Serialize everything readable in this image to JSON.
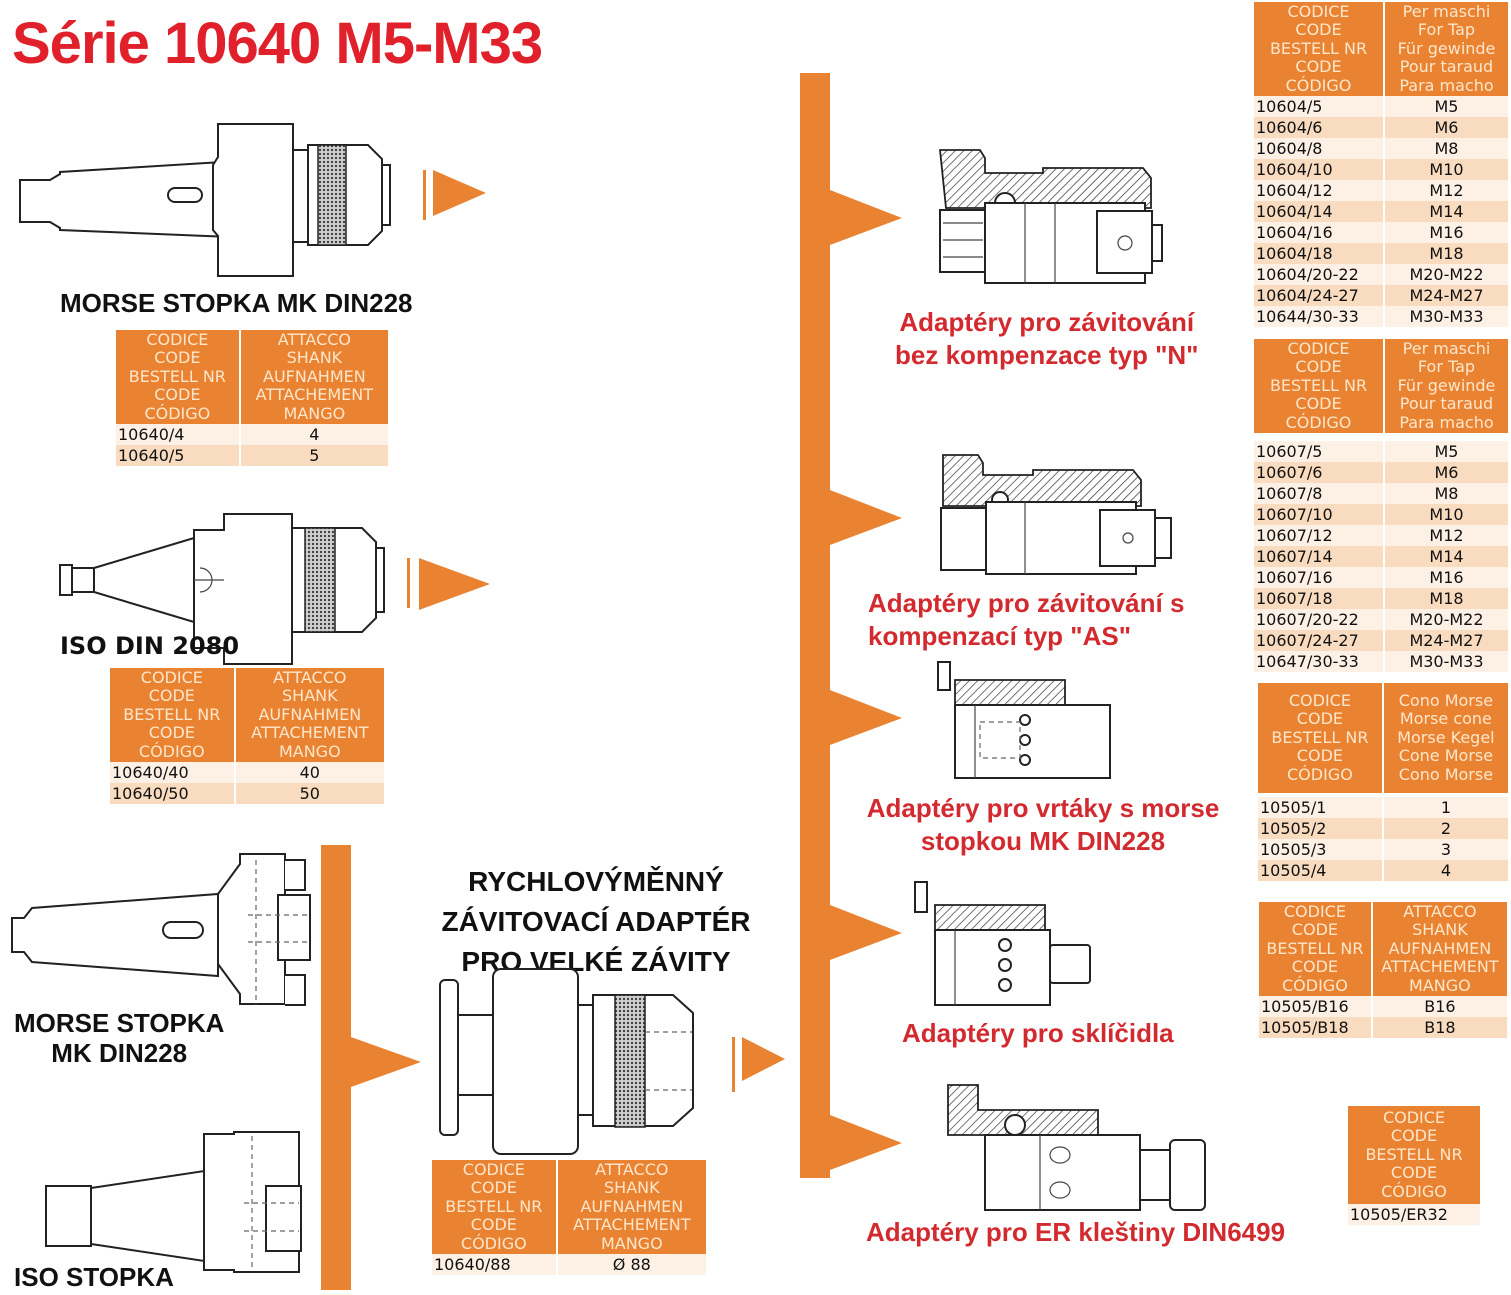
{
  "title": "Série 10640 M5-M33",
  "headers": {
    "code": [
      "CODICE",
      "CODE",
      "BESTELL NR",
      "CODE",
      "CÓDIGO"
    ],
    "shank": [
      "ATTACCO",
      "SHANK",
      "AUFNAHMEN",
      "ATTACHEMENT",
      "MANGO"
    ],
    "tap": [
      "Per maschi",
      "For Tap",
      "Für gewinde",
      "Pour taraud",
      "Para macho"
    ],
    "morse_cone": [
      "Cono Morse",
      "Morse cone",
      "Morse Kegel",
      "Cone Morse",
      "Cono Morse"
    ]
  },
  "left_sections": [
    {
      "label": "MORSE STOPKA MK DIN228",
      "rows": [
        [
          "10640/4",
          "4"
        ],
        [
          "10640/5",
          "5"
        ]
      ]
    },
    {
      "label": "ISO DIN 2080",
      "rows": [
        [
          "10640/40",
          "40"
        ],
        [
          "10640/50",
          "50"
        ]
      ]
    }
  ],
  "bottom_left": {
    "morse_label_line1": "MORSE STOPKA",
    "morse_label_line2": "MK DIN228",
    "iso_label": "ISO STOPKA"
  },
  "quick_change": {
    "title_line1": "RYCHLOVÝMĚNNÝ",
    "title_line2": "ZÁVITOVACÍ  ADAPTÉR",
    "title_line3": "PRO VELKÉ ZÁVITY",
    "rows": [
      [
        "10640/88",
        "Ø 88"
      ]
    ]
  },
  "adapters": [
    {
      "label_line1": "Adaptéry pro závitování",
      "label_line2": "bez kompenzace typ \"N\"",
      "rows": [
        [
          "10604/5",
          "M5"
        ],
        [
          "10604/6",
          "M6"
        ],
        [
          "10604/8",
          "M8"
        ],
        [
          "10604/10",
          "M10"
        ],
        [
          "10604/12",
          "M12"
        ],
        [
          "10604/14",
          "M14"
        ],
        [
          "10604/16",
          "M16"
        ],
        [
          "10604/18",
          "M18"
        ],
        [
          "10604/20-22",
          "M20-M22"
        ],
        [
          "10604/24-27",
          "M24-M27"
        ],
        [
          "10644/30-33",
          "M30-M33"
        ]
      ]
    },
    {
      "label_line1": "Adaptéry pro závitování s",
      "label_line2": "kompenzací typ \"AS\"",
      "rows": [
        [
          "10607/5",
          "M5"
        ],
        [
          "10607/6",
          "M6"
        ],
        [
          "10607/8",
          "M8"
        ],
        [
          "10607/10",
          "M10"
        ],
        [
          "10607/12",
          "M12"
        ],
        [
          "10607/14",
          "M14"
        ],
        [
          "10607/16",
          "M16"
        ],
        [
          "10607/18",
          "M18"
        ],
        [
          "10607/20-22",
          "M20-M22"
        ],
        [
          "10607/24-27",
          "M24-M27"
        ],
        [
          "10647/30-33",
          "M30-M33"
        ]
      ]
    },
    {
      "label_line1": "Adaptéry pro vrtáky s morse",
      "label_line2": "stopkou MK DIN228",
      "rows": [
        [
          "10505/1",
          "1"
        ],
        [
          "10505/2",
          "2"
        ],
        [
          "10505/3",
          "3"
        ],
        [
          "10505/4",
          "4"
        ]
      ]
    },
    {
      "label_line1": "Adaptéry pro sklíčidla",
      "rows": [
        [
          "10505/B16",
          "B16"
        ],
        [
          "10505/B18",
          "B18"
        ]
      ]
    },
    {
      "label_line1": "Adaptéry pro ER kleštiny DIN6499",
      "rows": [
        [
          "10505/ER32"
        ]
      ]
    }
  ],
  "colors": {
    "accent": "#ea8331",
    "title_red": "#e0202a",
    "label_red": "#d22a2f"
  },
  "icons": [
    "chuck-drawing",
    "arrow-right-icon",
    "adapter-drawing"
  ]
}
